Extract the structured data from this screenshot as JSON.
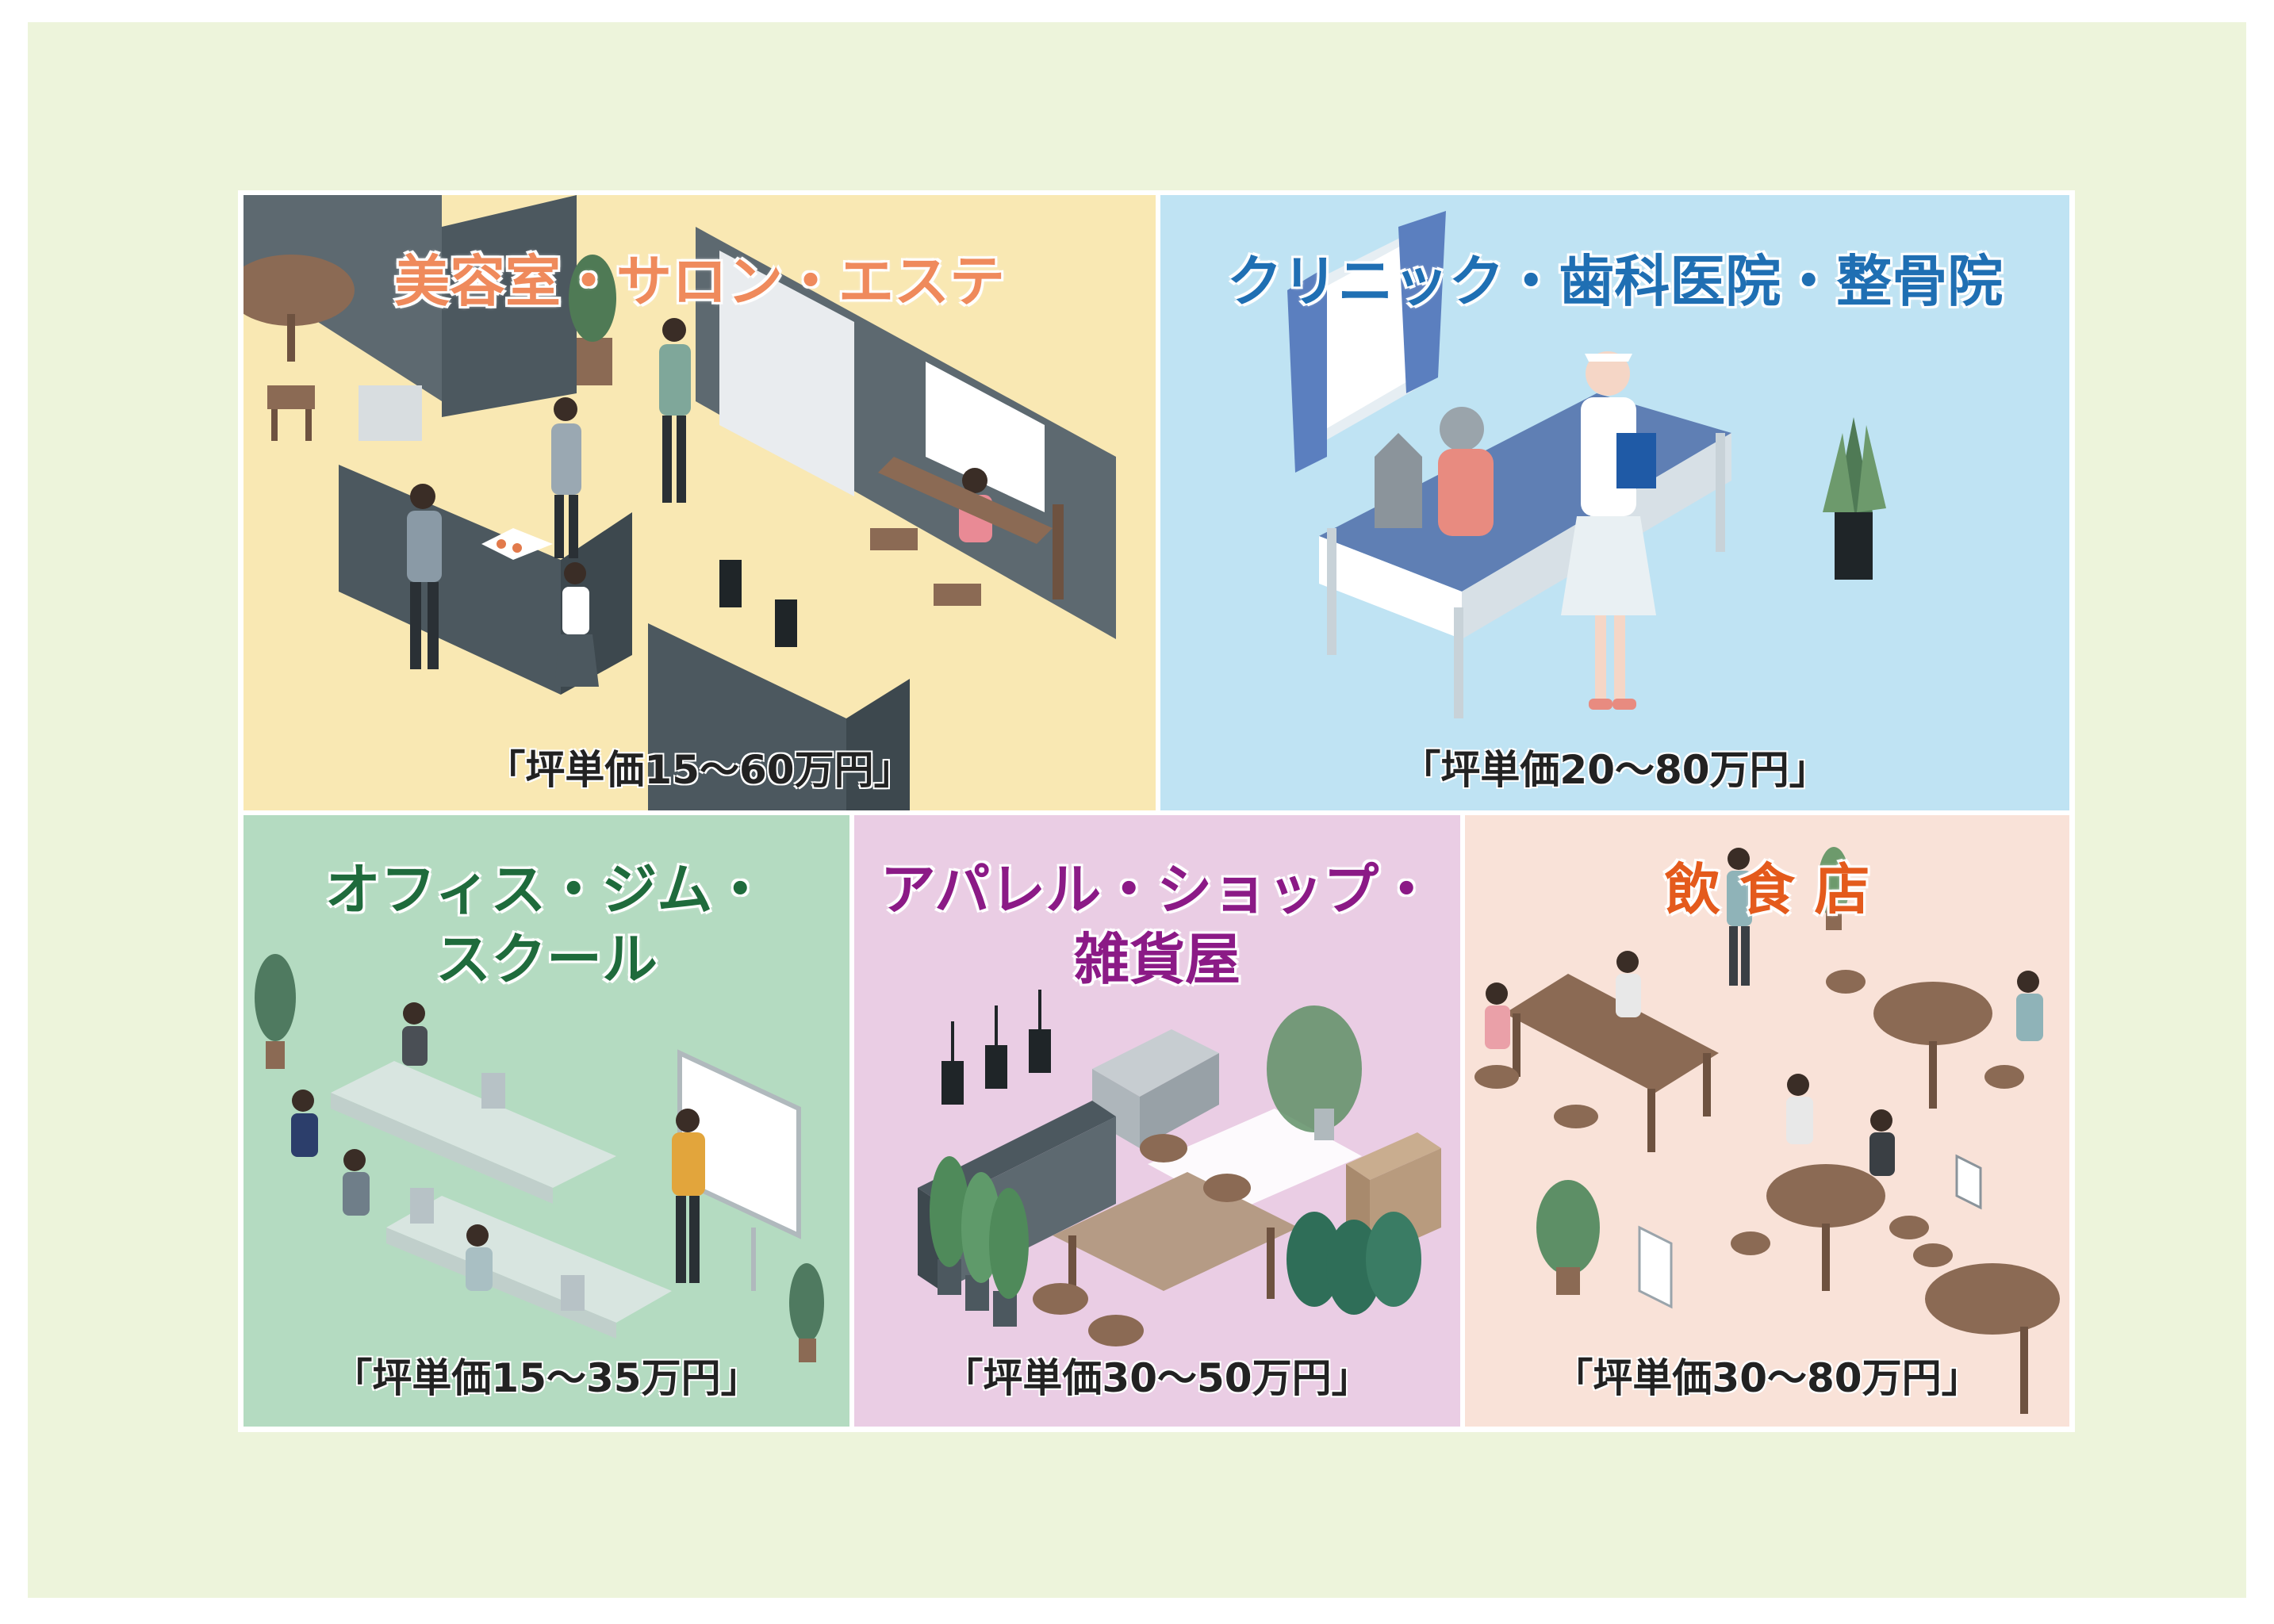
{
  "panels": [
    {
      "title_lines": [
        "美容室・サロン・エステ"
      ],
      "price": "「坪単価15～60万円」",
      "bg": "#f9e8b3",
      "title_color": "#ef8a5c"
    },
    {
      "title_lines": [
        "クリニック・歯科医院・整骨院"
      ],
      "price": "「坪単価20～80万円」",
      "bg": "#bfe3f3",
      "title_color": "#1f6fb3"
    },
    {
      "title_lines": [
        "オフィス・ジム・",
        "スクール"
      ],
      "price": "「坪単価15～35万円」",
      "bg": "#b4dbc1",
      "title_color": "#1f6b3c"
    },
    {
      "title_lines": [
        "アパレル・ショップ・",
        "雑貨屋"
      ],
      "price": "「坪単価30～50万円」",
      "bg": "#eacde4",
      "title_color": "#8b1a86"
    },
    {
      "title_lines": [
        "飲 食 店"
      ],
      "price": "「坪単価30～80万円」",
      "bg": "#f9e2d8",
      "title_color": "#e45a1c"
    }
  ]
}
